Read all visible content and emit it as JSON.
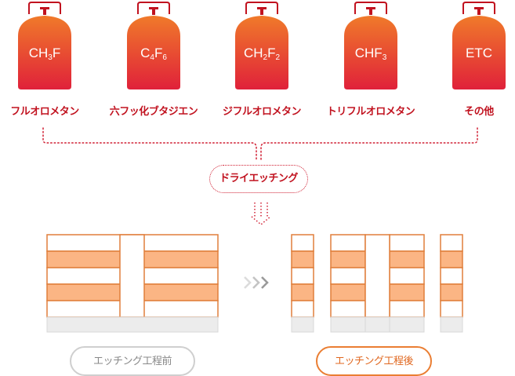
{
  "gases": [
    {
      "symbol": [
        {
          "t": "CH"
        },
        {
          "t": "3",
          "sub": true
        },
        {
          "t": "F"
        }
      ],
      "name": "フルオロメタン"
    },
    {
      "symbol": [
        {
          "t": "C"
        },
        {
          "t": "4",
          "sub": true
        },
        {
          "t": "F"
        },
        {
          "t": "6",
          "sub": true
        }
      ],
      "name": "六フッ化ブタジエン"
    },
    {
      "symbol": [
        {
          "t": "CH"
        },
        {
          "t": "2",
          "sub": true
        },
        {
          "t": "F"
        },
        {
          "t": "2",
          "sub": true
        }
      ],
      "name": "ジフルオロメタン"
    },
    {
      "symbol": [
        {
          "t": "CHF"
        },
        {
          "t": "3",
          "sub": true
        }
      ],
      "name": "トリフルオロメタン"
    },
    {
      "symbol": [
        {
          "t": "ETC"
        }
      ],
      "name": "その他"
    }
  ],
  "process": {
    "label": "ドライエッチング"
  },
  "captions": {
    "before": "エッチング工程前",
    "after": "エッチング工程後"
  },
  "colors": {
    "cylinder_top": "#f07a2a",
    "cylinder_bottom": "#e0213a",
    "accent_red": "#c1121f",
    "layer_orange": "#fbb584",
    "layer_outline": "#e07f3b",
    "substrate": "#ececec",
    "arrow_gray": "#bfbfbf",
    "caption_before_border": "#cfcfcf",
    "caption_after_border": "#ea7e33"
  },
  "icons": [
    "gas-cylinder-icon",
    "dotted-down-arrow-icon",
    "triple-chevron-right-icon"
  ]
}
